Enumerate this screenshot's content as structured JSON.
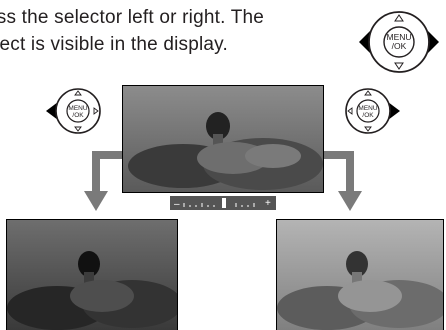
{
  "instructions": {
    "line1": "ess the selector left or right.  The",
    "line2": "fect is visible in the display."
  },
  "selector_label": "MENU\n/OK",
  "selector_label_top": "MENU",
  "selector_label_bottom": "/OK",
  "exposure_scale": {
    "minus": "–",
    "plus": "+"
  },
  "colors": {
    "arrow": "#7a7a7a",
    "selector_fill": "#ffffff",
    "selector_stroke": "#231f20",
    "selector_active": "#000000"
  },
  "icons": [
    "selector-right-pressed-icon",
    "selector-left-pressed-icon",
    "selector-right-pressed-icon",
    "flow-arrow",
    "exposure-scale"
  ]
}
